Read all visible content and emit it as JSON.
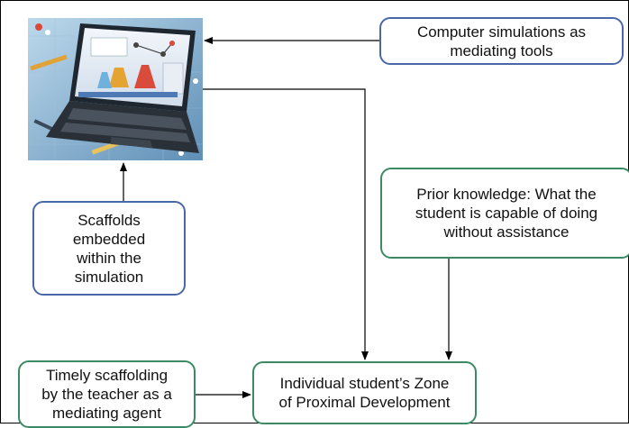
{
  "nodes": {
    "simulations": "Computer simulations as\nmediating tools",
    "scaffolds": "Scaffolds\nembedded\nwithin the\nsimulation",
    "prior_knowledge": "Prior knowledge: What the\nstudent is capable of doing\nwithout assistance",
    "teacher": "Timely scaffolding\nby the teacher as a\nmediating agent",
    "zpd": "Individual student’s Zone\nof Proximal Development"
  },
  "image": {
    "description_icon": "laptop-chemistry-simulation-image"
  },
  "colors": {
    "blue_border": "#4a68a8",
    "green_border": "#3b8a64",
    "arrow": "#000000"
  }
}
